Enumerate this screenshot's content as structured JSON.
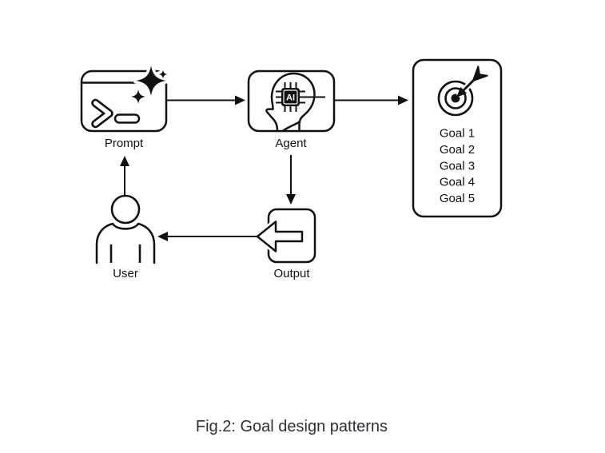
{
  "figure": {
    "caption": "Fig.2: Goal design patterns"
  },
  "colors": {
    "background": "#ffffff",
    "line": "#111111",
    "caption_text": "#2d3034"
  },
  "nodes": {
    "prompt": {
      "label": "Prompt",
      "icon": "terminal-with-sparkles"
    },
    "agent": {
      "label": "Agent",
      "chip": "AI",
      "icon": "head-with-ai-chip"
    },
    "goals": {
      "icon": "target-with-dart",
      "items": [
        "Goal 1",
        "Goal 2",
        "Goal 3",
        "Goal 4",
        "Goal 5"
      ]
    },
    "user": {
      "label": "User",
      "icon": "person"
    },
    "output": {
      "label": "Output",
      "icon": "left-block-arrow"
    }
  },
  "edges": [
    {
      "from": "prompt",
      "to": "agent"
    },
    {
      "from": "agent",
      "to": "goals"
    },
    {
      "from": "agent",
      "to": "output"
    },
    {
      "from": "output",
      "to": "user"
    },
    {
      "from": "user",
      "to": "prompt"
    }
  ]
}
